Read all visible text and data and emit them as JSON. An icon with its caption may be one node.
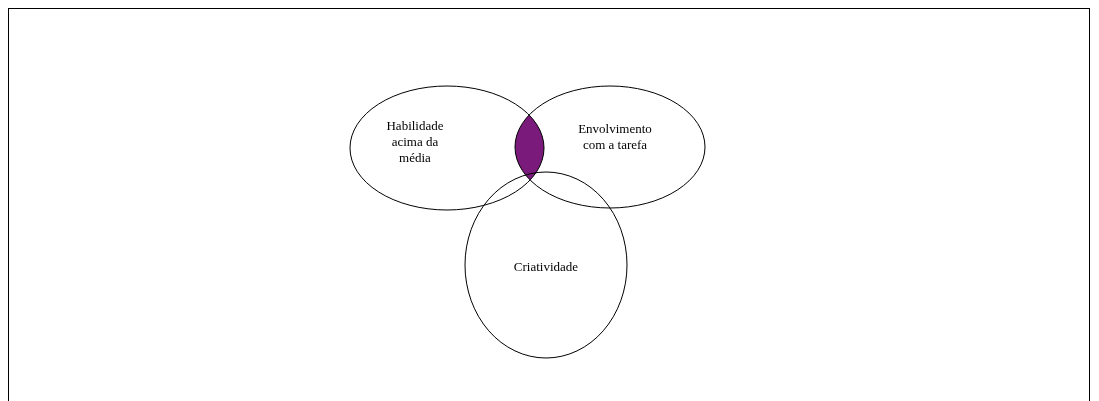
{
  "diagram": {
    "nodes": [
      {
        "text": [
          "Habilidade acima da média"
        ]
      },
      {
        "text": [
          "Envolvimento com a tarefa"
        ]
      },
      {
        "text": [
          "Criatividade"
        ]
      }
    ]
  }
}
